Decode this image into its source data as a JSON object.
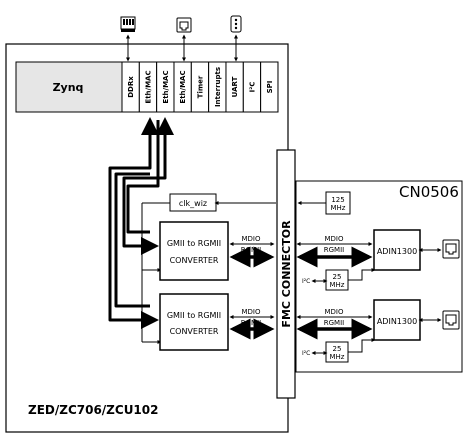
{
  "zynq": {
    "label": "Zynq",
    "cells": [
      "DDRx",
      "Eth/MAC",
      "Eth/MAC",
      "Eth/MAC",
      "Timer",
      "Interrupts",
      "UART",
      "I²C",
      "SPI"
    ]
  },
  "board_label": "ZED/ZC706/ZCU102",
  "fmc_label": "FMC CONNECTOR",
  "clk_wiz_label": "clk_wiz",
  "converters": [
    {
      "line1": "GMII to RGMII",
      "line2": "CONVERTER"
    },
    {
      "line1": "GMII to RGMII",
      "line2": "CONVERTER"
    }
  ],
  "bus_labels": {
    "mdio": "MDIO",
    "rgmii": "RGMII"
  },
  "cn0506": {
    "title": "CN0506",
    "osc_main": {
      "line1": "125",
      "line2": "MHz"
    },
    "phys": [
      "ADIN1300",
      "ADIN1300"
    ],
    "osc_phy": [
      {
        "line1": "25",
        "line2": "MHz"
      },
      {
        "line1": "25",
        "line2": "MHz"
      }
    ],
    "i2c_label": "I²C"
  },
  "icons": [
    "memory-icon",
    "ethernet-port-icon",
    "serial-port-icon",
    "rj45-icon"
  ]
}
